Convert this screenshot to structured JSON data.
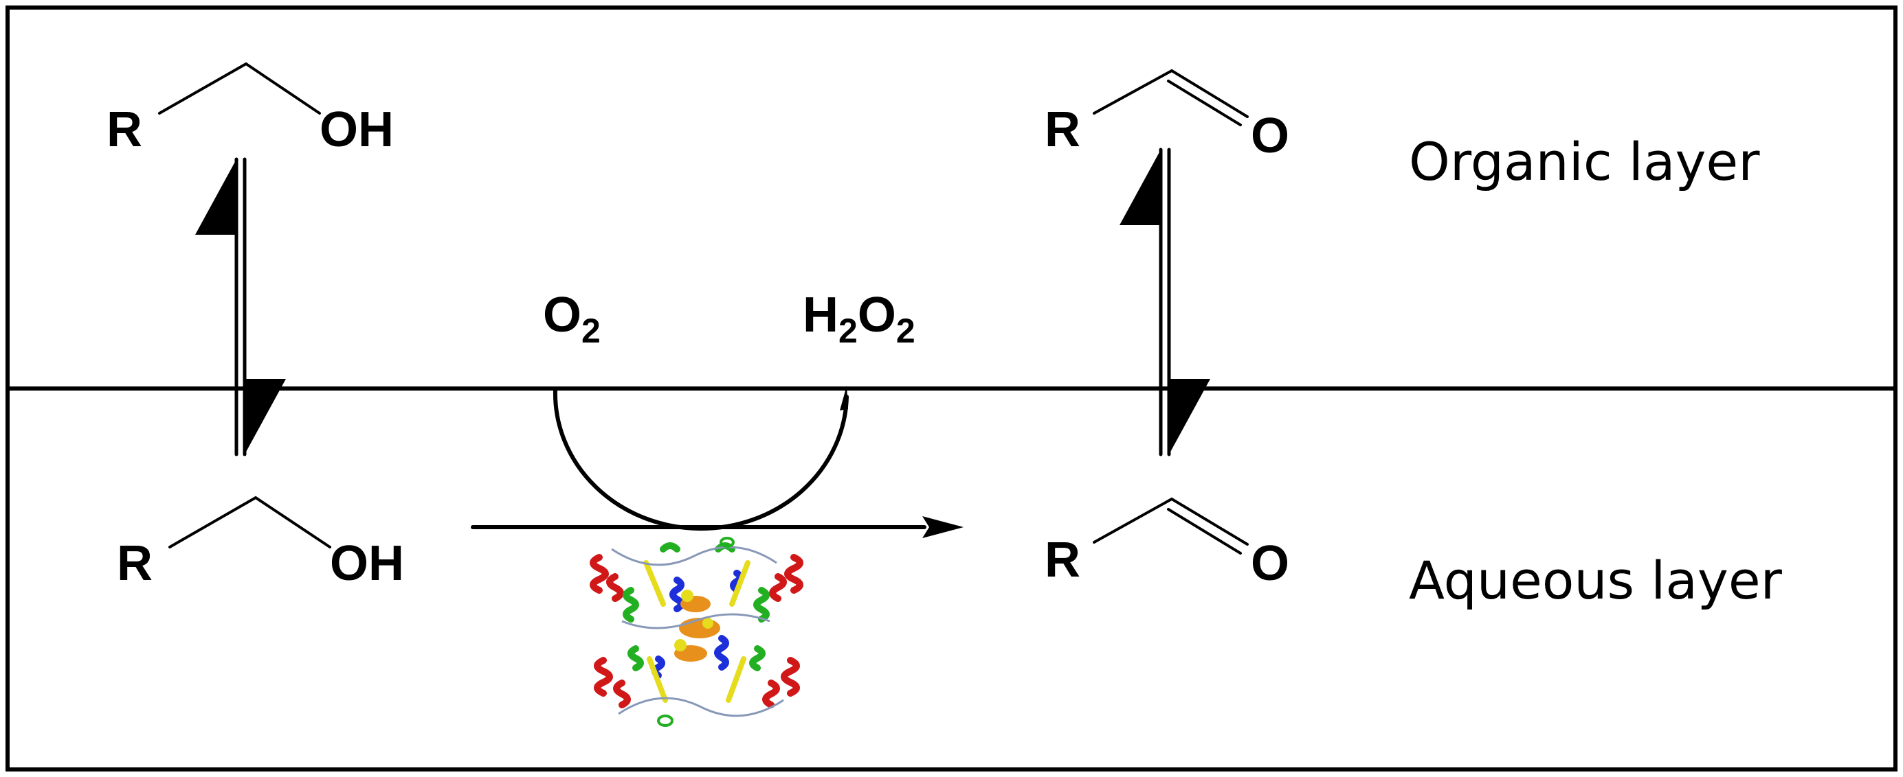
{
  "alcohol_organic": {
    "r": "R",
    "oh": "OH"
  },
  "aldehyde_organic": {
    "r": "R",
    "o": "O"
  },
  "alcohol_aqueous": {
    "r": "R",
    "oh": "OH"
  },
  "aldehyde_aqueous": {
    "r": "R",
    "o": "O"
  },
  "cosubstrate": {
    "o2": "O",
    "o2_sub": "2"
  },
  "coproduct": {
    "h": "H",
    "h_sub": "2",
    "o": "O",
    "o_sub": "2"
  },
  "labels": {
    "organic_layer": "Organic layer",
    "aqueous_layer": "Aqueous layer"
  },
  "enzyme": {
    "icon": "protein-structure-icon"
  },
  "colors": {
    "line": "#000000",
    "background": "#ffffff",
    "helix_red": "#d01818",
    "helix_green": "#22b022",
    "helix_blue": "#1c2fd8",
    "sheet_yellow": "#e6dc1e",
    "core_orange": "#e8901c"
  }
}
